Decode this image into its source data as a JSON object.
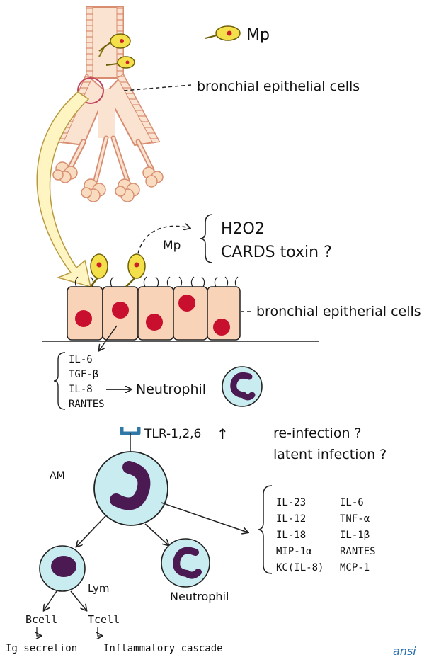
{
  "labels": {
    "mp_legend": "Mp",
    "bronchial_top": "bronchial epithelial cells",
    "mp_middle": "Mp",
    "h2o2": "H2O2",
    "cards_toxin": "CARDS toxin ?",
    "bronchial_middle": "bronchial epitherial cells",
    "neutrophil_middle": "Neutrophil",
    "tlr": "TLR-1,2,6",
    "tlr_arrow": "↑",
    "reinfection": "re-infection ?",
    "latent": "latent infection ?",
    "am": "AM",
    "lym": "Lym",
    "neutrophil_bottom": "Neutrophil",
    "bcell": "Bcell",
    "tcell": "Tcell",
    "ig_secretion": "Ig secretion",
    "inflammatory_cascade": "Inflammatory cascade",
    "signature": "ansi"
  },
  "epithelial_cytokines": [
    "IL-6",
    "TGF-β",
    "IL-8",
    "RANTES"
  ],
  "am_cytokines_left": [
    "IL-23",
    "IL-12",
    "IL-18",
    "MIP-1α",
    "KC(IL-8)"
  ],
  "am_cytokines_right": [
    "IL-6",
    "TNF-α",
    "IL-1β",
    "RANTES",
    "MCP-1"
  ],
  "colors": {
    "mp_body": "#f4e04a",
    "mp_nucleus": "#cc1f2a",
    "bronchus_fill": "#fbe3d2",
    "bronchus_wall": "#d88d70",
    "epithelial_cell": "#f9d3b8",
    "cell_nucleus": "#c8102e",
    "immune_cell": "#c8ecef",
    "immune_nucleus": "#4b1a52",
    "arrow_fill": "#fff5c2",
    "tlr": "#2f78a8",
    "line": "#222222"
  }
}
